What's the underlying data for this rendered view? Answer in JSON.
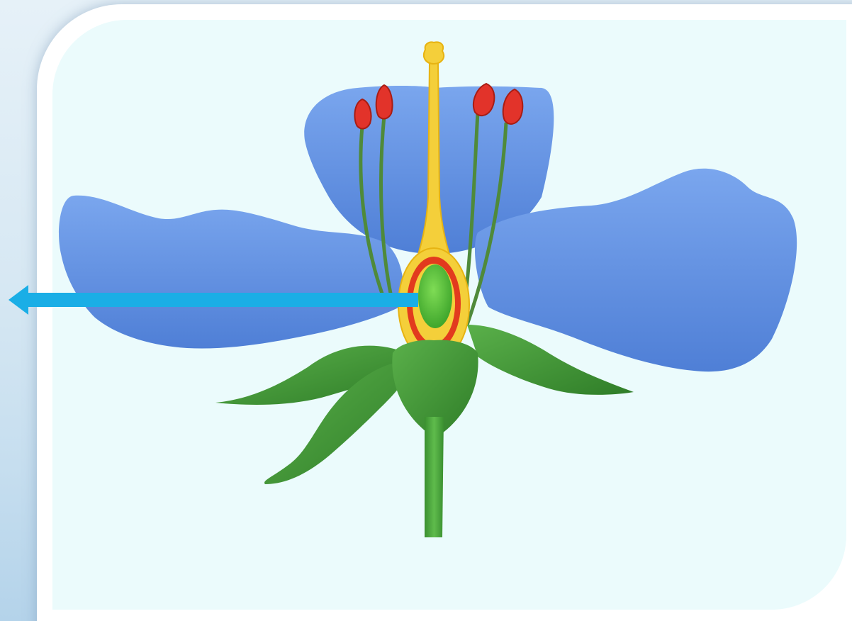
{
  "diagram": {
    "subject": "flower-longitudinal-section",
    "colors": {
      "petal": "#5e8ee0",
      "petal_light": "#7aa6ee",
      "petal_dark": "#3f6cc8",
      "sepal": "#3f9a35",
      "sepal_dark": "#2b7424",
      "stem": "#49a73c",
      "pistil": "#f4cf3a",
      "pistil_edge": "#e7b312",
      "ovary_wall": "#e23a1e",
      "ovule": "#5cc43a",
      "anther": "#e2332a",
      "filament": "#4f8a3a",
      "arrow": "#1aaee6",
      "panel": "#ebfbfc"
    },
    "arrow": {
      "points_from": "ovule",
      "direction": "left"
    },
    "labels": []
  }
}
